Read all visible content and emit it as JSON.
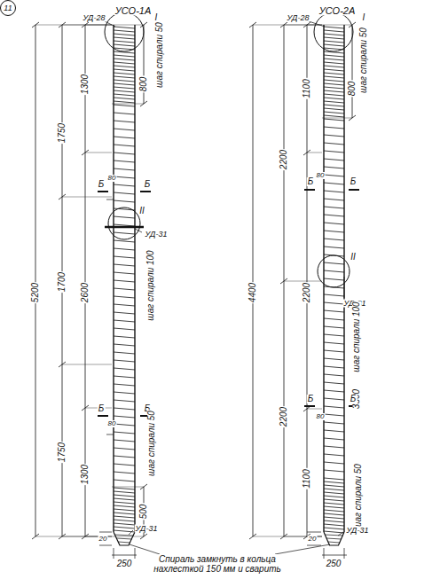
{
  "diagram": {
    "nodes": [
      {
        "text": [
          "11"
        ]
      },
      {
        "text": [
          "11"
        ]
      },
      {
        "text": [
          "11"
        ]
      },
      {
        "text": [
          "11"
        ]
      }
    ],
    "labels": [
      "УСО-1А",
      "УД-28",
      "I",
      "шаг спирали 50",
      "800",
      "1300",
      "1750",
      "5200",
      "Б",
      "80",
      "Б",
      "II",
      "шаг спирали 100",
      "1700",
      "2600",
      "УД-31",
      "1750",
      "1300",
      "Б",
      "80",
      "Б",
      "шаг спирали 50",
      "500",
      "УД-31",
      "20",
      "250",
      "Спираль замкнуть в кольца нахлесткой 150 мм и сварить",
      "УСО-2А",
      "УД-28",
      "I",
      "шаг спирали 50",
      "800",
      "1100",
      "2200",
      "4400",
      "Б",
      "80",
      "Б",
      "II",
      "УД-31",
      "2200",
      "3500",
      "шаг спирали 100",
      "2200",
      "Б",
      "80",
      "Б",
      "1100",
      "шаг спирали 50",
      "УД-31",
      "20",
      "250"
    ]
  }
}
